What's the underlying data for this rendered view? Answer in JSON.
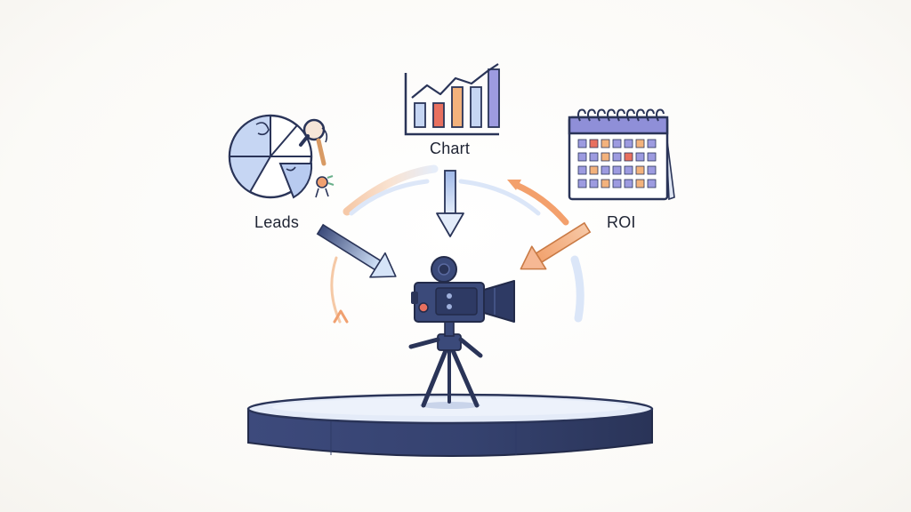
{
  "labels": {
    "leads": "Leads",
    "chart": "Chart",
    "roi": "ROI"
  },
  "icons": {
    "leads": "pie-chart-with-magnifier-icon",
    "chart": "bar-chart-icon",
    "roi": "calendar-icon",
    "center": "video-camera-on-tripod-icon"
  },
  "colors": {
    "navy": "#3b4a7a",
    "blue_light": "#b9cdf0",
    "orange": "#f0a070",
    "lavender": "#9d9be0",
    "red": "#e8705f"
  }
}
